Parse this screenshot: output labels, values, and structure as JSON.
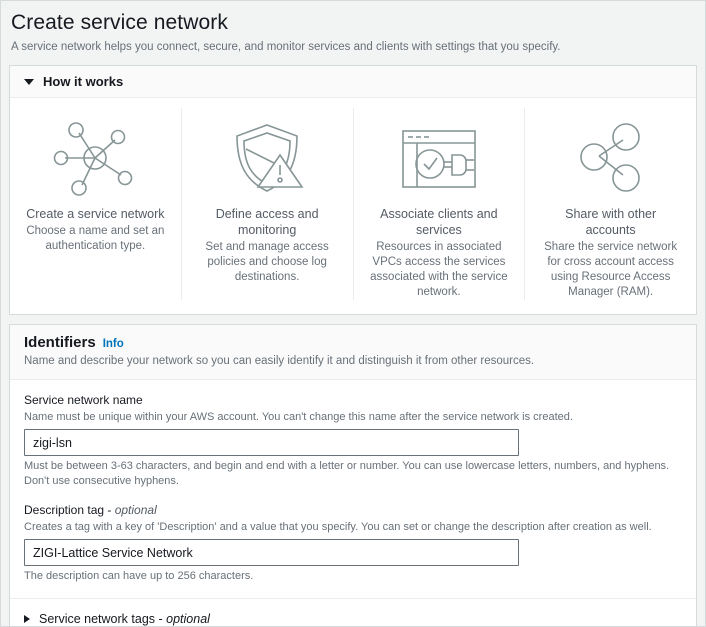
{
  "header": {
    "title": "Create service network",
    "subtitle": "A service network helps you connect, secure, and monitor services and clients with settings that you specify."
  },
  "how_it_works": {
    "title": "How it works",
    "expanded": true,
    "cards": [
      {
        "icon": "hub-network-icon",
        "title": "Create a service network",
        "description": "Choose a name and set an authentication type."
      },
      {
        "icon": "shield-warning-icon",
        "title": "Define access and monitoring",
        "description": "Set and manage access policies and choose log destinations."
      },
      {
        "icon": "browser-plug-icon",
        "title": "Associate clients and services",
        "description": "Resources in associated VPCs access the services associated with the service network."
      },
      {
        "icon": "share-nodes-icon",
        "title": "Share with other accounts",
        "description": "Share the service network for cross account access using Resource Access Manager (RAM)."
      }
    ]
  },
  "identifiers": {
    "title": "Identifiers",
    "info_label": "Info",
    "subtitle": "Name and describe your network so you can easily identify it and distinguish it from other resources.",
    "name_field": {
      "label": "Service network name",
      "description": "Name must be unique within your AWS account. You can't change this name after the service network is created.",
      "value": "zigi-lsn",
      "placeholder": "",
      "hint": "Must be between 3-63 characters, and begin and end with a letter or number. You can use lowercase letters, numbers, and hyphens. Don't use consecutive hyphens."
    },
    "description_field": {
      "label": "Description tag - ",
      "label_optional": "optional",
      "description": "Creates a tag with a key of 'Description' and a value that you specify. You can set or change the description after creation as well.",
      "value": "ZIGI-Lattice Service Network",
      "placeholder": "",
      "hint": "The description can have up to 256 characters."
    }
  },
  "tags_section": {
    "label": "Service network tags - ",
    "label_optional": "optional",
    "expanded": false
  },
  "colors": {
    "accent_link": "#0073bb",
    "page_background": "#f2f3f3",
    "panel_background": "#ffffff",
    "panel_header": "#fafafa",
    "border": "#d5dbdb",
    "icon_stroke": "#879596",
    "text_primary": "#16191f",
    "text_secondary": "#687078"
  }
}
